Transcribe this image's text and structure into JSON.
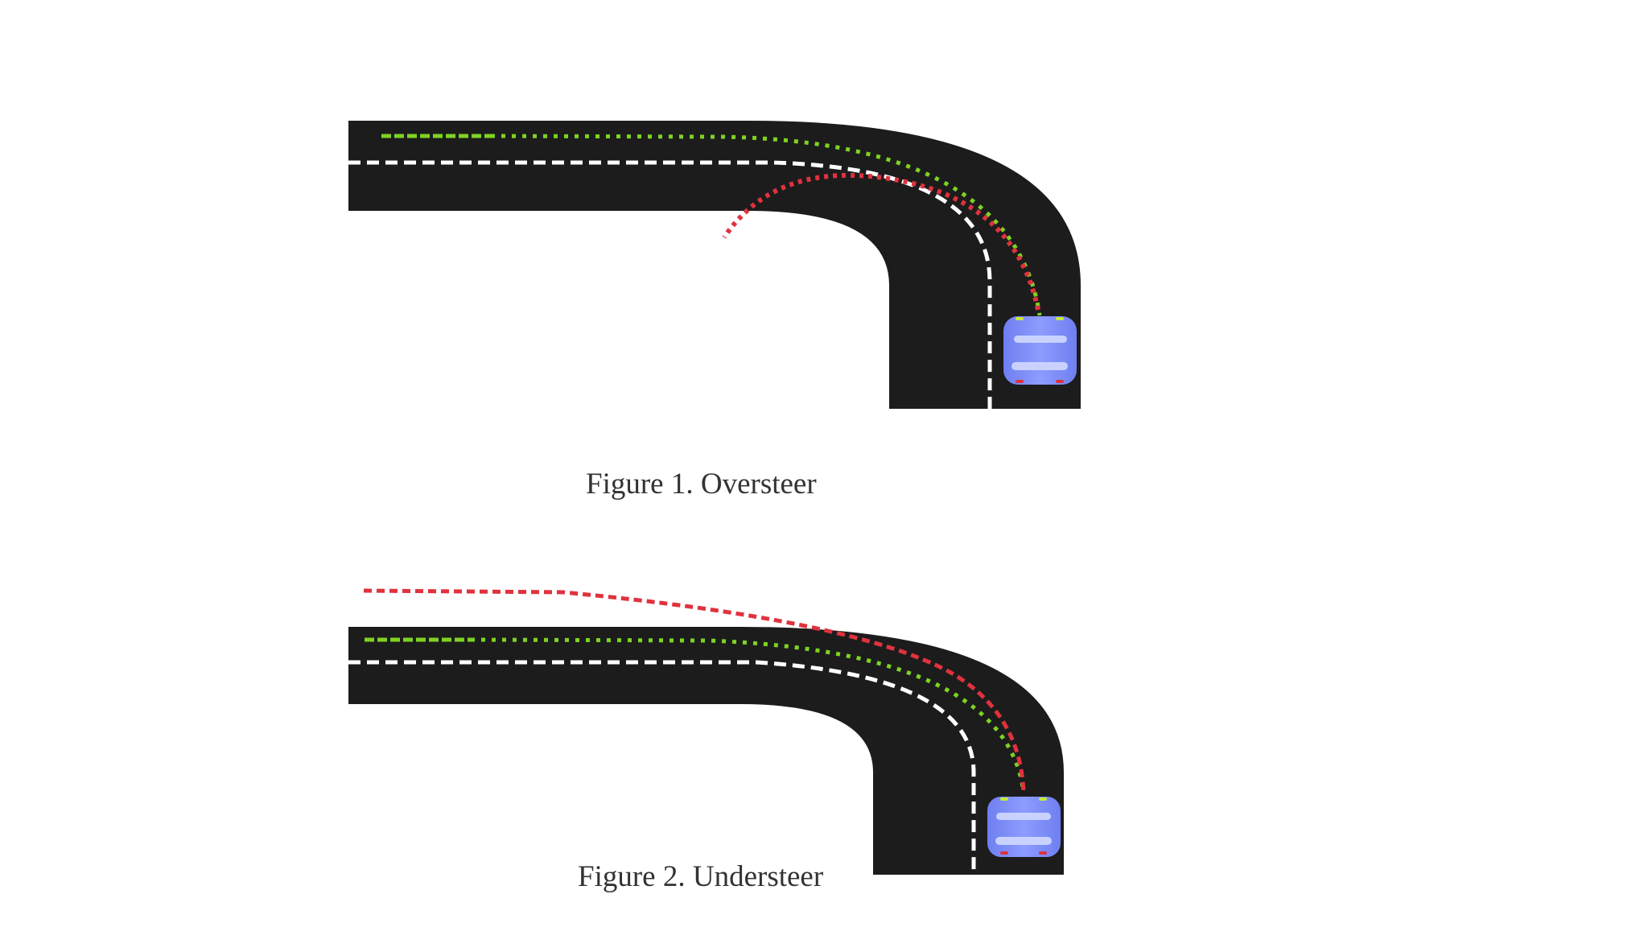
{
  "figures": [
    {
      "id": "oversteer",
      "caption": "Figure 1. Oversteer",
      "icon": "car-icon",
      "paths": [
        "intended-path",
        "actual-path",
        "lane-center-line"
      ]
    },
    {
      "id": "understeer",
      "caption": "Figure 2. Understeer",
      "icon": "car-icon",
      "paths": [
        "intended-path",
        "actual-path",
        "lane-center-line"
      ]
    }
  ],
  "colors": {
    "background": "#ffffff",
    "road": "#1c1c1c",
    "lane_marking": "#ffffff",
    "intended_path": "#7ed321",
    "actual_path": "#e0323e",
    "car_body": "#7b8cf5",
    "car_window": "#c9d2ff",
    "headlight": "#c6e83a",
    "taillight": "#e0323e",
    "caption_text": "#333333"
  }
}
